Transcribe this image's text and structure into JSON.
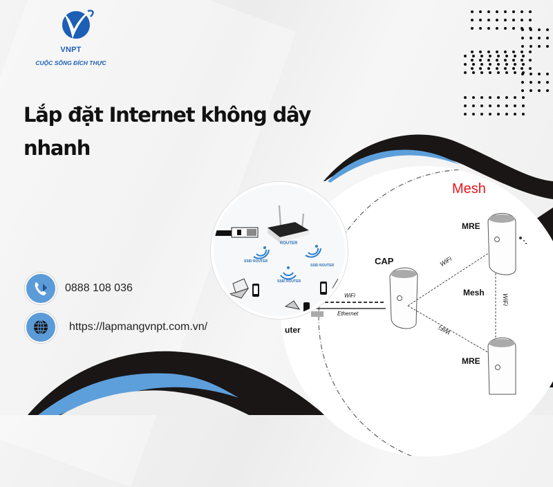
{
  "brand": {
    "name": "VNPT",
    "tagline": "CUỘC SỐNG ĐÍCH THỰC",
    "color": "#1c5fb5"
  },
  "headline": {
    "line1": "Lắp đặt Internet không dây",
    "line2": "nhanh"
  },
  "contact": {
    "phone": {
      "icon": "phone-icon",
      "text": "0888 108 036"
    },
    "website": {
      "icon": "globe-icon",
      "text": "https://lapmangvnpt.com.vn/"
    },
    "icon_bg": "#5b9bd8"
  },
  "diagram_router": {
    "router_label": "ROUTER",
    "ssid_labels": [
      "SSID ROUTER",
      "SSID ROUTER",
      "SSID ROUTER"
    ]
  },
  "diagram_mesh": {
    "title": "Mesh",
    "title_color": "#e8141c",
    "cap_label": "CAP",
    "mre_labels": [
      "MRE",
      "MRE"
    ],
    "mesh_label": "Mesh",
    "link_labels": [
      "WiFi",
      "WiFi",
      "WiFi",
      "WiFi",
      "Ethernet"
    ],
    "router_label_partial": "uter"
  },
  "colors": {
    "accent_blue": "#5d9fdb",
    "swoosh_black": "#1a1616"
  }
}
